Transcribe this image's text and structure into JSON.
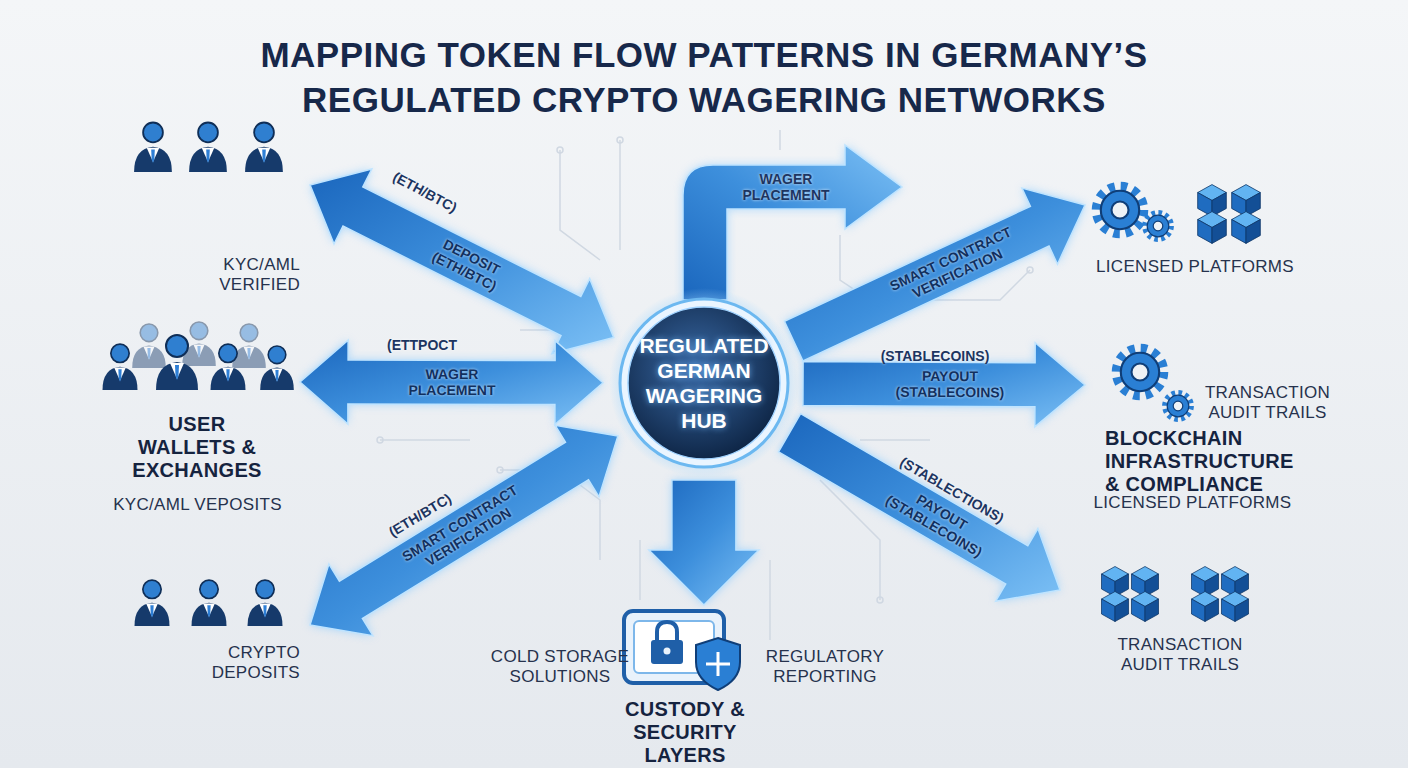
{
  "diagram": {
    "title": "MAPPING TOKEN FLOW PATTERNS IN GERMANY’S REGULATED CRYPTO WAGERING NETWORKS",
    "nodes": [
      {
        "text": [
          "KYC/AML VERIFIED"
        ]
      },
      {
        "text": [
          "USER WALLETS & EXCHANGES",
          "KYC/AML VEPOSITS"
        ]
      },
      {
        "text": [
          "CRYPTO DEPOSITS"
        ]
      },
      {
        "text": [
          "REGULATED GERMAN WAGERING HUB"
        ]
      },
      {
        "text": [
          "LICENSED PLATFORMS"
        ]
      },
      {
        "text": [
          "TRANSACTION AUDIT TRAILS",
          "BLOCKCHAIN INFRASTRUCTURE & COMPLIANCE",
          "LICENSED PLATFORMS"
        ]
      },
      {
        "text": [
          "TRANSACTION AUDIT TRAILS"
        ]
      },
      {
        "text": [
          "COLD STORAGE SOLUTIONS",
          "REGULATORY REPORTING",
          "CUSTODY & SECURITY LAYERS"
        ]
      }
    ],
    "edges": [
      {
        "from": 0,
        "to": 3,
        "label": "DEPOSIT (ETH/BTC)",
        "arrow": "both"
      },
      {
        "from": 1,
        "to": 3,
        "label": "WAGER PLACEMENT",
        "arrow": "both"
      },
      {
        "from": 2,
        "to": 3,
        "label": "SMART CONTRACT VERIFICATION",
        "arrow": "both"
      },
      {
        "from": 3,
        "to": 4,
        "label": "SMART CONTRACT VERIFICATION",
        "arrow": "to"
      },
      {
        "from": 3,
        "to": 5,
        "label": "PAYOUT (STABLECOINS)",
        "arrow": "to"
      },
      {
        "from": 3,
        "to": 6,
        "label": "PAYOUT (STABLECOINS)",
        "arrow": "to"
      },
      {
        "from": 3,
        "to": 7,
        "arrow": "to"
      }
    ],
    "labels": [
      "WAGER PLACEMENT",
      "(ETH/BTC)",
      "(ETTPOCT",
      "(ETH/BTC)",
      "(STABLECOINS)",
      "(STABLECTIONS)"
    ]
  }
}
